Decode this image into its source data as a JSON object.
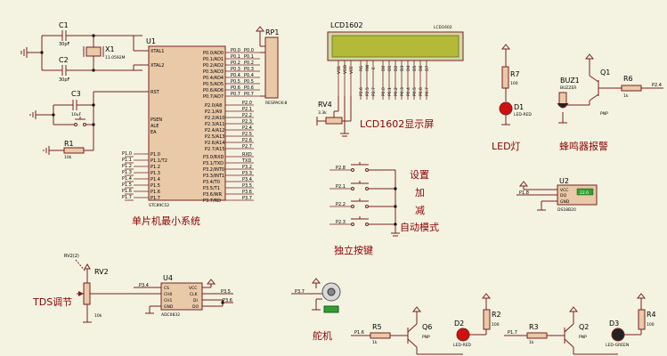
{
  "mcu": {
    "ref": "U1",
    "part": "STC89C52",
    "left_pins": [
      "XTAL1",
      "XTAL2",
      "RST",
      "PSEN",
      "ALE",
      "EA",
      "P1.0",
      "P1.1/T2",
      "P1.2",
      "P1.3",
      "P1.4",
      "P1.5",
      "P1.6",
      "P1.7"
    ],
    "right_pins_top": [
      "P0.0/AD0",
      "P0.1/AD1",
      "P0.2/AD2",
      "P0.3/AD3",
      "P0.4/AD4",
      "P0.5/AD5",
      "P0.6/AD6",
      "P0.7/AD7"
    ],
    "right_pins_mid": [
      "P2.0/A8",
      "P2.1/A9",
      "P2.2/A10",
      "P2.3/A11",
      "P2.4/A12",
      "P2.5/A13",
      "P2.6/A14",
      "P2.7/A15"
    ],
    "right_pins_bot": [
      "P3.0/RXD",
      "P3.1/TXD",
      "P3.2/INT0",
      "P3.3/INT1",
      "P3.4/T0",
      "P3.5/T1",
      "P3.6/WR",
      "P3.7/RD"
    ],
    "right_nets_top": [
      "P0.0",
      "P0.1",
      "P0.2",
      "P0.3",
      "P0.4",
      "P0.5",
      "P0.6",
      "P0.7"
    ],
    "right_nets_mid": [
      "P2.0",
      "P2.1",
      "P2.2",
      "P2.3",
      "P2.4",
      "P2.5",
      "P2.6",
      "P2.7"
    ],
    "right_nets_bot": [
      "RXD",
      "TXD",
      "P3.2",
      "P3.3",
      "P3.4",
      "P3.5",
      "P3.6",
      "P3.7"
    ],
    "left_nets": [
      "P1.0",
      "P1.1",
      "P1.2",
      "P1.3",
      "P1.4",
      "P1.5",
      "P1.6",
      "P1.7"
    ]
  },
  "caption_minimal": "单片机最小系统",
  "c1": {
    "ref": "C1",
    "value": "30pF"
  },
  "c2": {
    "ref": "C2",
    "value": "30pF"
  },
  "x1": {
    "ref": "X1",
    "value": "11.0592M"
  },
  "c3": {
    "ref": "C3",
    "value": "10uF"
  },
  "r1": {
    "ref": "R1",
    "value": "10k"
  },
  "rp1": {
    "ref": "RP1",
    "value": "RESPACK-8"
  },
  "lcd": {
    "ref": "LCD1602",
    "title": "LCD1602",
    "pins": [
      "VSS",
      "VDD",
      "VEE",
      "RS",
      "RW",
      "E",
      "D0",
      "D1",
      "D2",
      "D3",
      "D4",
      "D5",
      "D6",
      "D7"
    ],
    "nets": [
      "P2.6",
      "P2.5",
      "P2.7",
      "P0.0",
      "P0.1",
      "P0.2",
      "P0.3",
      "P0.4",
      "P0.5",
      "P0.6",
      "P0.7"
    ]
  },
  "rv4": {
    "ref": "RV4",
    "value": "3.3k"
  },
  "caption_lcd": "LCD1602显示屏",
  "r7": {
    "ref": "R7",
    "value": "100"
  },
  "d1": {
    "ref": "D1",
    "value": "LED-RED"
  },
  "caption_led": "LED灯",
  "buz": {
    "ref": "BUZ1",
    "value": "BUZZER"
  },
  "q1": {
    "ref": "Q1",
    "value": "PNP"
  },
  "r6": {
    "ref": "R6",
    "value": "1k",
    "net": "P2.4"
  },
  "caption_buzzer": "蜂鸣器报警",
  "keys": {
    "nets": [
      "P2.8",
      "P2.1",
      "P2.2",
      "P2.3"
    ],
    "labels": [
      "设置",
      "加",
      "减",
      "自动模式"
    ]
  },
  "caption_keys": "独立按键",
  "u2": {
    "ref": "U2",
    "part": "DS18B20",
    "pins": [
      "VCC",
      "DQ",
      "GND"
    ],
    "net": "P1.8",
    "reading": "22.6"
  },
  "rv2": {
    "ref": "RV2",
    "value": "10k",
    "net": "RV2(2)"
  },
  "caption_tds": "TDS调节",
  "u4": {
    "ref": "U4",
    "part": "ADC0832",
    "left_pins": [
      "CS",
      "CH0",
      "CH1",
      "GND"
    ],
    "right_pins": [
      "VCC",
      "CLK",
      "DI",
      "DO"
    ],
    "nets_left": [
      "P3.4"
    ],
    "nets_right": [
      "P3.5",
      "P3.6"
    ]
  },
  "servo": {
    "net": "P3.7"
  },
  "caption_servo": "舵机",
  "q6": {
    "ref": "Q6",
    "value": "PNP"
  },
  "r5": {
    "ref": "R5",
    "value": "1k",
    "net": "P1.6"
  },
  "d2": {
    "ref": "D2",
    "value": "LED-RED"
  },
  "r2": {
    "ref": "R2",
    "value": "100"
  },
  "q2": {
    "ref": "Q2",
    "value": "PNP"
  },
  "r3": {
    "ref": "R3",
    "value": "1k",
    "net": "P1.7"
  },
  "d3": {
    "ref": "D3",
    "value": "LED-GREEN"
  },
  "r4": {
    "ref": "R4",
    "value": "100"
  }
}
